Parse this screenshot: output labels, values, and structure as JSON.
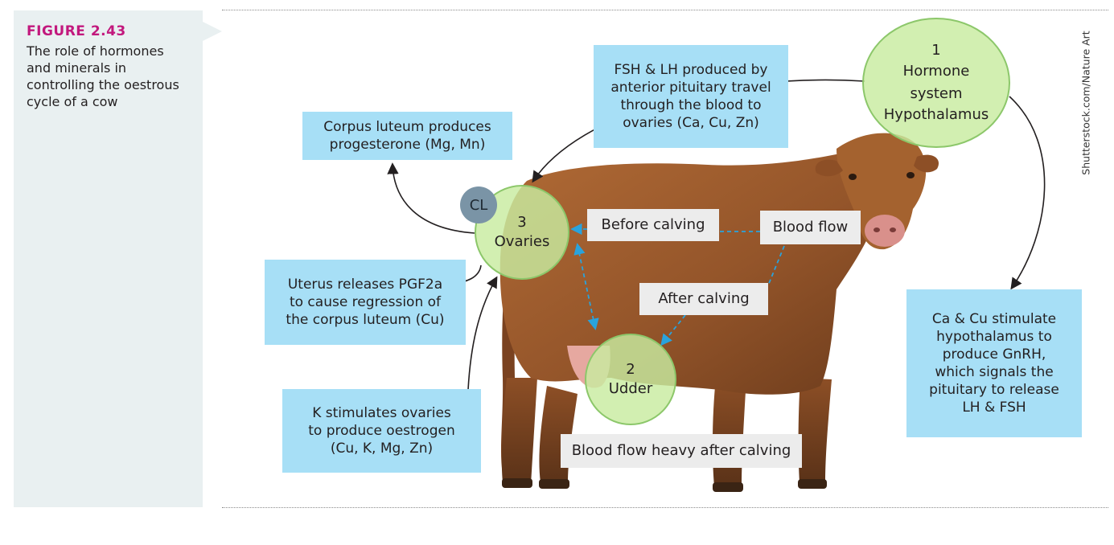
{
  "figure": {
    "label": "FIGURE 2.43",
    "caption": "The role of hormones and minerals in controlling the oestrous cycle of a cow",
    "credit": "Shutterstock.com/Nature Art"
  },
  "nodes": {
    "hormone": {
      "number": "1",
      "title": "Hormone system",
      "subtitle": "Hypothalamus"
    },
    "ovaries": {
      "number": "3",
      "title": "Ovaries"
    },
    "udder": {
      "number": "2",
      "title": "Udder"
    },
    "cl": {
      "label": "CL"
    }
  },
  "boxes": {
    "fsh_lh": "FSH & LH produced by\nanterior pituitary travel\nthrough the blood to\novaries (Ca, Cu, Zn)",
    "corpus_luteum": "Corpus luteum produces\nprogesterone (Mg, Mn)",
    "uterus": "Uterus releases PGF2a\nto cause regression of\nthe corpus luteum (Cu)",
    "k_stimulates": "K stimulates ovaries\nto produce oestrogen\n(Cu, K, Mg, Zn)",
    "ca_cu": "Ca & Cu stimulate\nhypothalamus to\nproduce GnRH,\nwhich signals the\npituitary to release\nLH & FSH"
  },
  "tags": {
    "before_calving": "Before calving",
    "blood_flow": "Blood flow",
    "after_calving": "After calving",
    "blood_flow_heavy": "Blood flow heavy after calving"
  },
  "colors": {
    "figure_label": "#c2187d",
    "info_box": "#a7dff6",
    "node_fill": "#c8eca0",
    "tag_fill": "#ececec",
    "flow_arrow": "#29a3dd",
    "cow_body": "#9a5a2c"
  }
}
